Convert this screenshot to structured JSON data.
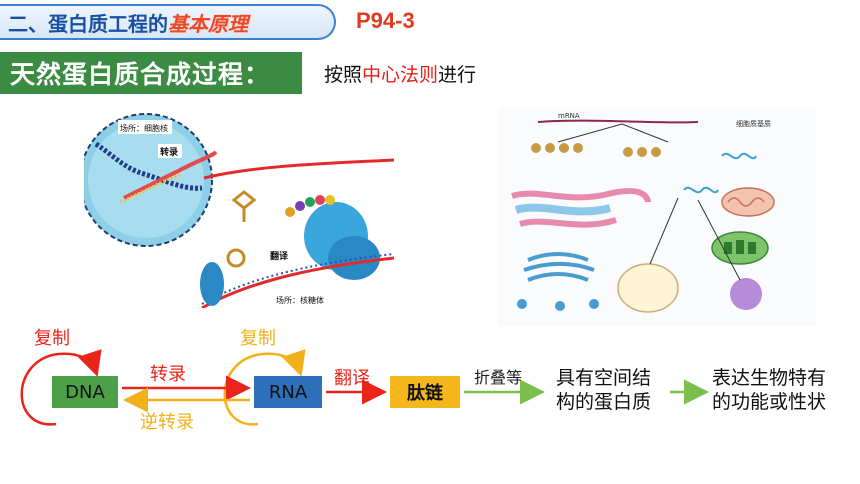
{
  "header": {
    "section_prefix": "二、蛋白质工程的",
    "section_emphasis": "基本原理",
    "page_ref": "P94-3"
  },
  "subsection": {
    "title": "天然蛋白质合成过程：",
    "note_before": "按照",
    "note_highlight": "中心法则",
    "note_after": "进行"
  },
  "figure_left": {
    "nucleus_label": "场所：细胞核",
    "transcription_label": "转录",
    "translation_label": "翻译",
    "ribosome_label": "场所：核糖体"
  },
  "figure_right": {
    "mrna_label": "mRNA",
    "top_right_label": "细胞质基质"
  },
  "flow": {
    "replication_dna": "复制",
    "replication_rna": "复制",
    "dna": "DNA",
    "rna": "RNA",
    "transcription": "转录",
    "reverse_transcription": "逆转录",
    "translation": "翻译",
    "polypeptide": "肽链",
    "folding": "折叠等",
    "protein_line1": "具有空间结",
    "protein_line2": "构的蛋白质",
    "function_line1": "表达生物特有",
    "function_line2": "的功能或性状"
  },
  "colors": {
    "banner_blue": "#3d7fd0",
    "section_green": "#3b8c42",
    "highlight_red": "#e42018",
    "dna_green": "#4ea048",
    "rna_blue": "#2d6fb8",
    "peptide_yellow": "#f5b71b"
  }
}
